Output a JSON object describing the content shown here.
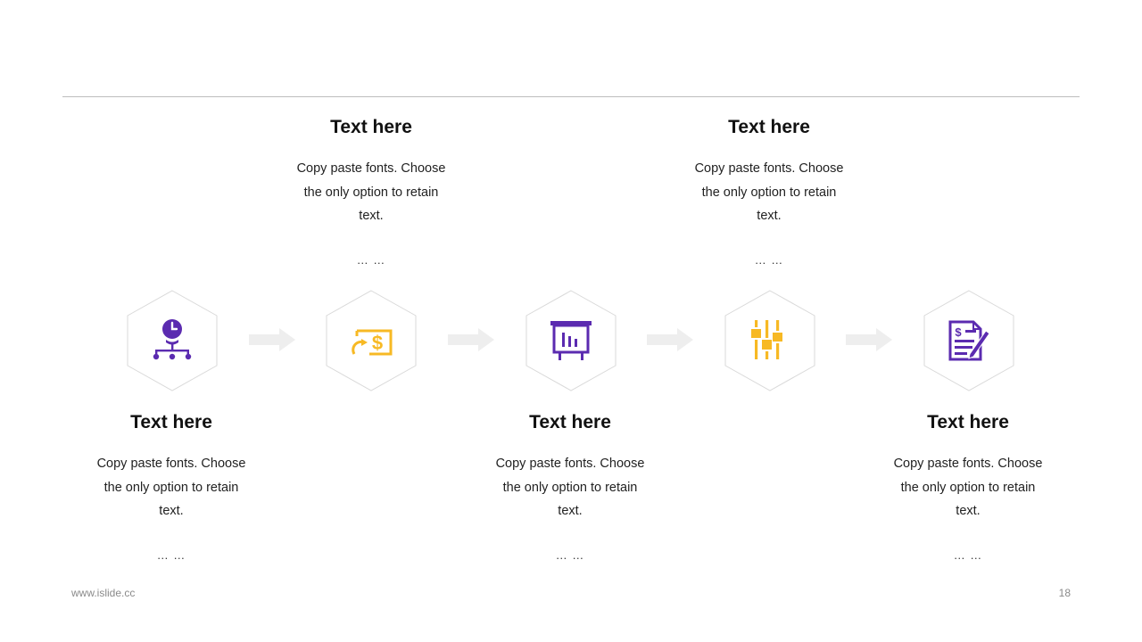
{
  "colors": {
    "purple": "#5b2bb0",
    "yellow": "#f7b924",
    "hex_stroke": "#d9d9d9",
    "arrow": "#eeeeee"
  },
  "steps": [
    {
      "icon": "clock-network-icon",
      "title": "Text here",
      "body": "Copy paste fonts. Choose the only option to retain text.",
      "dots": "… …"
    },
    {
      "icon": "money-exchange-icon",
      "title": "Text here",
      "body": "Copy paste fonts. Choose the only option to retain text.",
      "dots": "… …"
    },
    {
      "icon": "presentation-chart-icon",
      "title": "Text here",
      "body": "Copy paste fonts. Choose the only option to retain text.",
      "dots": "… …"
    },
    {
      "icon": "sliders-icon",
      "title": "Text here",
      "body": "Copy paste fonts. Choose the only option to retain text.",
      "dots": "… …"
    },
    {
      "icon": "invoice-sign-icon",
      "title": "Text here",
      "body": "Copy paste fonts. Choose the only option to retain text.",
      "dots": "… …"
    }
  ],
  "footer": {
    "site": "www.islide.cc",
    "page": "18"
  }
}
